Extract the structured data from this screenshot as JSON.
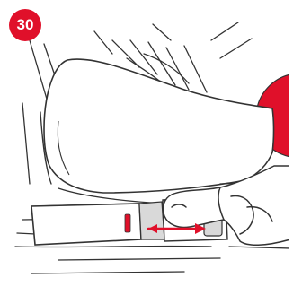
{
  "step": {
    "number": "30"
  },
  "colors": {
    "accent": "#e0102a",
    "line": "#333333",
    "shade": "#d9d9d9",
    "background": "#ffffff"
  },
  "illustration": {
    "icons": [
      "seat-cushion",
      "hand-pointing",
      "release-lever",
      "red-arrow-right",
      "red-indicator"
    ]
  }
}
